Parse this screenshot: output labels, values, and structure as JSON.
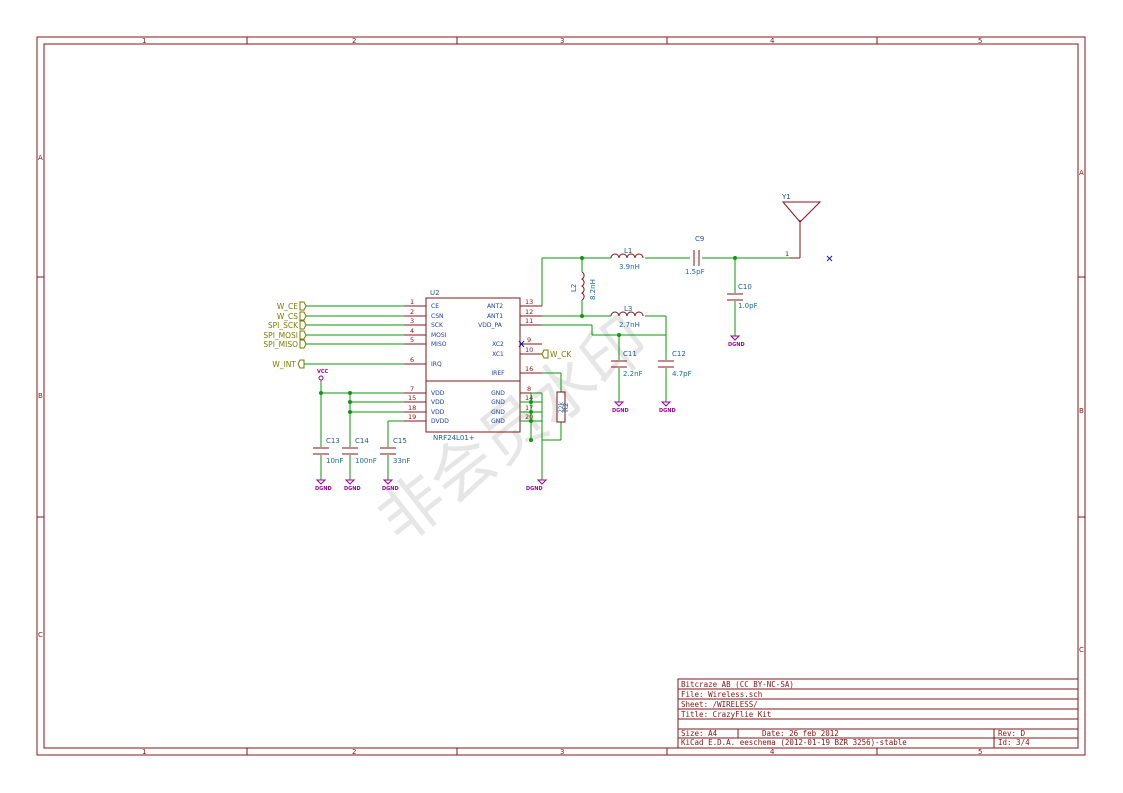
{
  "frame": {
    "columns": [
      "1",
      "2",
      "3",
      "4",
      "5"
    ],
    "rows": [
      "A",
      "B",
      "C"
    ]
  },
  "title_block": {
    "company": "Bitcraze AB (CC BY-NC-SA)",
    "file": "File: Wireless.sch",
    "sheet": "Sheet: /WIRELESS/",
    "title": "Title: CrazyFlie Kit",
    "size": "Size: A4",
    "date": "Date: 26 feb 2012",
    "rev": "Rev: D",
    "tool": "KiCad E.D.A.  eeschema (2012-01-19 BZR 3256)-stable",
    "id": "Id: 3/4"
  },
  "u2": {
    "ref": "U2",
    "value": "NRF24L01+",
    "left_pins": [
      {
        "num": "1",
        "name": "CE"
      },
      {
        "num": "2",
        "name": "CSN"
      },
      {
        "num": "3",
        "name": "SCK"
      },
      {
        "num": "4",
        "name": "MOSI"
      },
      {
        "num": "5",
        "name": "MISO"
      },
      {
        "num": "6",
        "name": "IRQ"
      },
      {
        "num": "7",
        "name": "VDD"
      },
      {
        "num": "15",
        "name": "VDD"
      },
      {
        "num": "18",
        "name": "VDD"
      },
      {
        "num": "19",
        "name": "DVDD"
      }
    ],
    "right_pins": [
      {
        "num": "13",
        "name": "ANT2"
      },
      {
        "num": "12",
        "name": "ANT1"
      },
      {
        "num": "11",
        "name": "VDD_PA"
      },
      {
        "num": "9",
        "name": "XC2"
      },
      {
        "num": "10",
        "name": "XC1"
      },
      {
        "num": "16",
        "name": "IREF"
      },
      {
        "num": "8",
        "name": "GND"
      },
      {
        "num": "14",
        "name": "GND"
      },
      {
        "num": "17",
        "name": "GND"
      },
      {
        "num": "20",
        "name": "GND"
      }
    ]
  },
  "labels": {
    "w_ce": "W_CE",
    "w_cs": "W_CS",
    "spi_sck": "SPI_SCK",
    "spi_mosi": "SPI_MOSI",
    "spi_miso": "SPI_MISO",
    "w_int": "W_INT",
    "w_ck": "W_CK"
  },
  "components": {
    "y1": {
      "ref": "Y1",
      "pin": "1"
    },
    "l1": {
      "ref": "L1",
      "value": "3.9nH"
    },
    "l2": {
      "ref": "L2",
      "value": "8.2nH"
    },
    "l3": {
      "ref": "L3",
      "value": "2.7nH"
    },
    "c9": {
      "ref": "C9",
      "value": "1.5pF"
    },
    "c10": {
      "ref": "C10",
      "value": "1.0pF"
    },
    "c11": {
      "ref": "C11",
      "value": "2.2nF"
    },
    "c12": {
      "ref": "C12",
      "value": "4.7pF"
    },
    "c13": {
      "ref": "C13",
      "value": "10nF"
    },
    "c14": {
      "ref": "C14",
      "value": "100nF"
    },
    "c15": {
      "ref": "C15",
      "value": "33nF"
    },
    "r2": {
      "ref": "R2",
      "value": "22k"
    }
  },
  "power": {
    "gnd": "DGND",
    "vcc": "VCC"
  },
  "watermark": "非会员水印",
  "colors": {
    "frame": "#841414",
    "wire": "#0a9a0a",
    "label": "#7a7a00",
    "power": "#9a009a",
    "refdes": "#1a5a9e"
  }
}
